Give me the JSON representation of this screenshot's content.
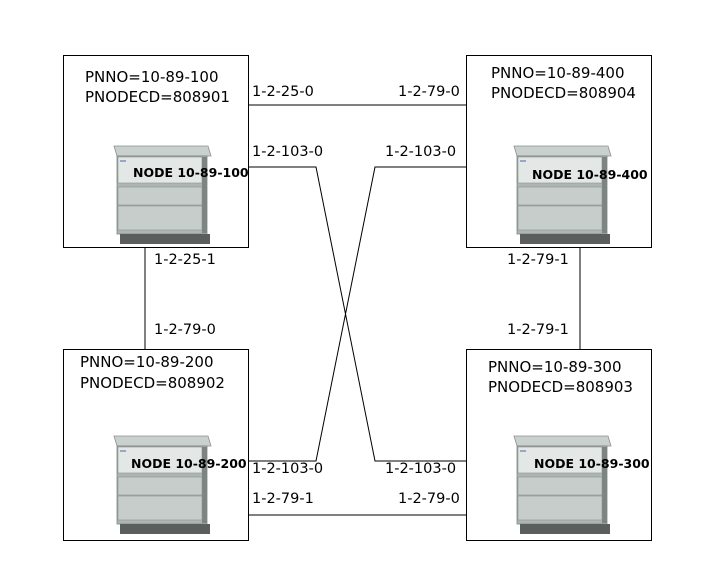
{
  "nodes": [
    {
      "pnno": "PNNO=10-89-100",
      "pnodecd": "PNODECD=808901",
      "label": "NODE 10-89-100"
    },
    {
      "pnno": "PNNO=10-89-400",
      "pnodecd": "PNODECD=808904",
      "label": "NODE 10-89-400"
    },
    {
      "pnno": "PNNO=10-89-200",
      "pnodecd": "PNODECD=808902",
      "label": "NODE 10-89-200"
    },
    {
      "pnno": "PNNO=10-89-300",
      "pnodecd": "PNODECD=808903",
      "label": "NODE 10-89-300"
    }
  ],
  "ports": {
    "n100_top": "1-2-25-0",
    "n400_top": "1-2-79-0",
    "n100_cross": "1-2-103-0",
    "n400_cross": "1-2-103-0",
    "n100_bottom": "1-2-25-1",
    "n200_top": "1-2-79-0",
    "n400_bottom": "1-2-79-1",
    "n300_top": "1-2-79-1",
    "n200_cross": "1-2-103-0",
    "n300_cross": "1-2-103-0",
    "n200_bottom": "1-2-79-1",
    "n300_bottom": "1-2-79-0"
  },
  "colors": {
    "line": "#000000",
    "device_top": "#c9d0cd",
    "device_body": "#aeb6b3",
    "device_shadow": "#6f7773",
    "device_base": "#5a5f5d"
  }
}
